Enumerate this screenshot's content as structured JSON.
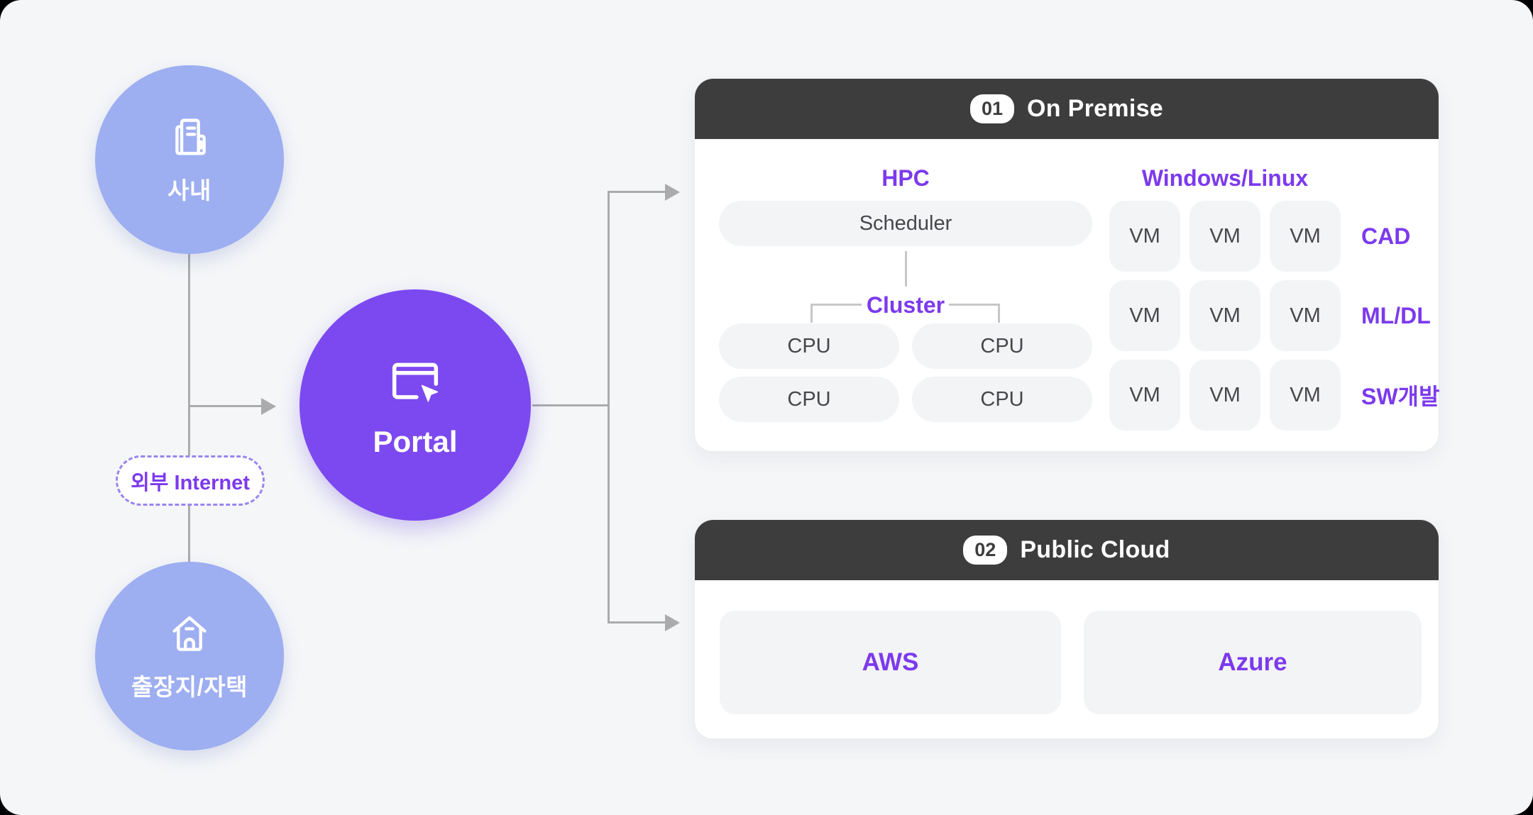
{
  "accent_color": "#7C3AED",
  "nodes": {
    "office": {
      "label": "사내"
    },
    "remote": {
      "label": "출장지/자택"
    },
    "internet": {
      "label": "외부 Internet"
    },
    "portal": {
      "label": "Portal"
    }
  },
  "on_premise": {
    "badge": "01",
    "title": "On Premise",
    "hpc": {
      "heading": "HPC",
      "scheduler_label": "Scheduler",
      "cluster_label": "Cluster",
      "cpu_labels": [
        "CPU",
        "CPU",
        "CPU",
        "CPU"
      ]
    },
    "vm": {
      "heading": "Windows/Linux",
      "rows": [
        {
          "cells": [
            "VM",
            "VM",
            "VM"
          ],
          "tag": "CAD"
        },
        {
          "cells": [
            "VM",
            "VM",
            "VM"
          ],
          "tag": "ML/DL"
        },
        {
          "cells": [
            "VM",
            "VM",
            "VM"
          ],
          "tag": "SW개발"
        }
      ]
    }
  },
  "public_cloud": {
    "badge": "02",
    "title": "Public Cloud",
    "providers": [
      "AWS",
      "Azure"
    ]
  }
}
